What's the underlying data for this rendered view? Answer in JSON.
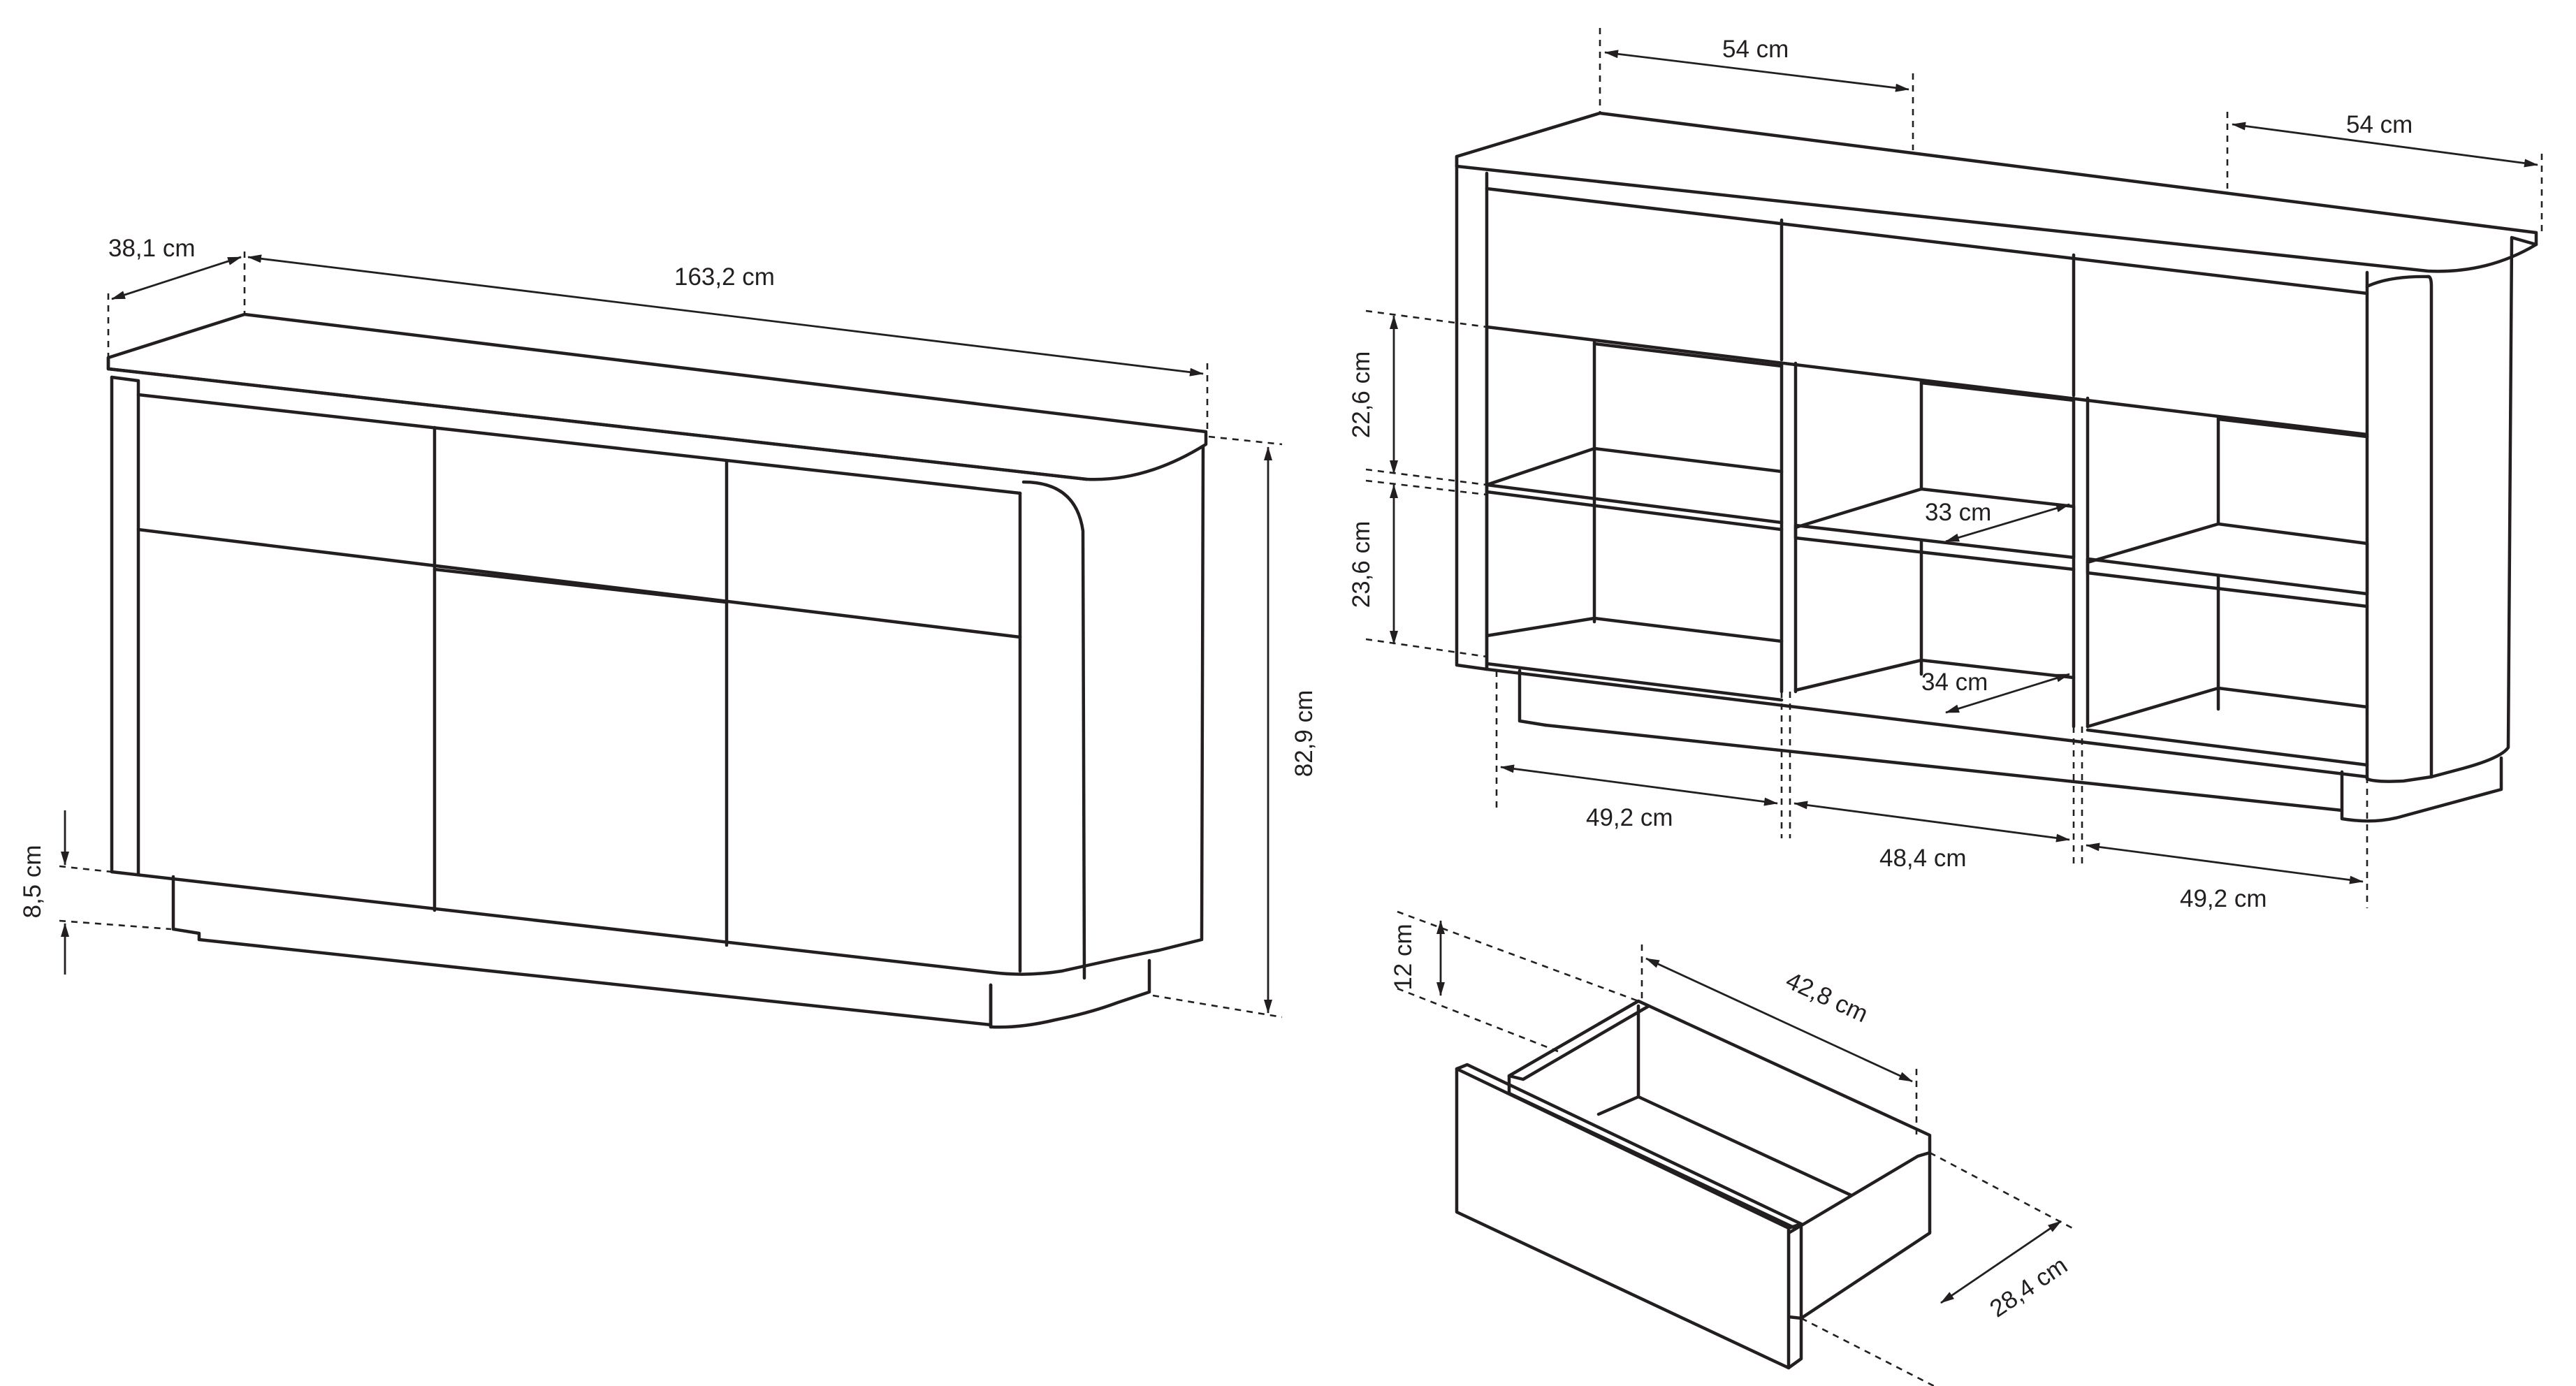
{
  "sideboard_closed": {
    "depth": "38,1 cm",
    "width": "163,2 cm",
    "height": "82,9 cm",
    "plinth_height": "8,5 cm"
  },
  "sideboard_open": {
    "top_left_width": "54 cm",
    "top_right_width": "54 cm",
    "upper_shelf_height": "22,6 cm",
    "lower_shelf_height": "23,6 cm",
    "shelf_depth_upper": "33 cm",
    "shelf_depth_lower": "34 cm",
    "left_compartment_width": "49,2 cm",
    "middle_compartment_width": "48,4 cm",
    "right_compartment_width": "49,2 cm"
  },
  "drawer": {
    "height": "12 cm",
    "inner_width": "42,8 cm",
    "inner_depth": "28,4 cm"
  }
}
